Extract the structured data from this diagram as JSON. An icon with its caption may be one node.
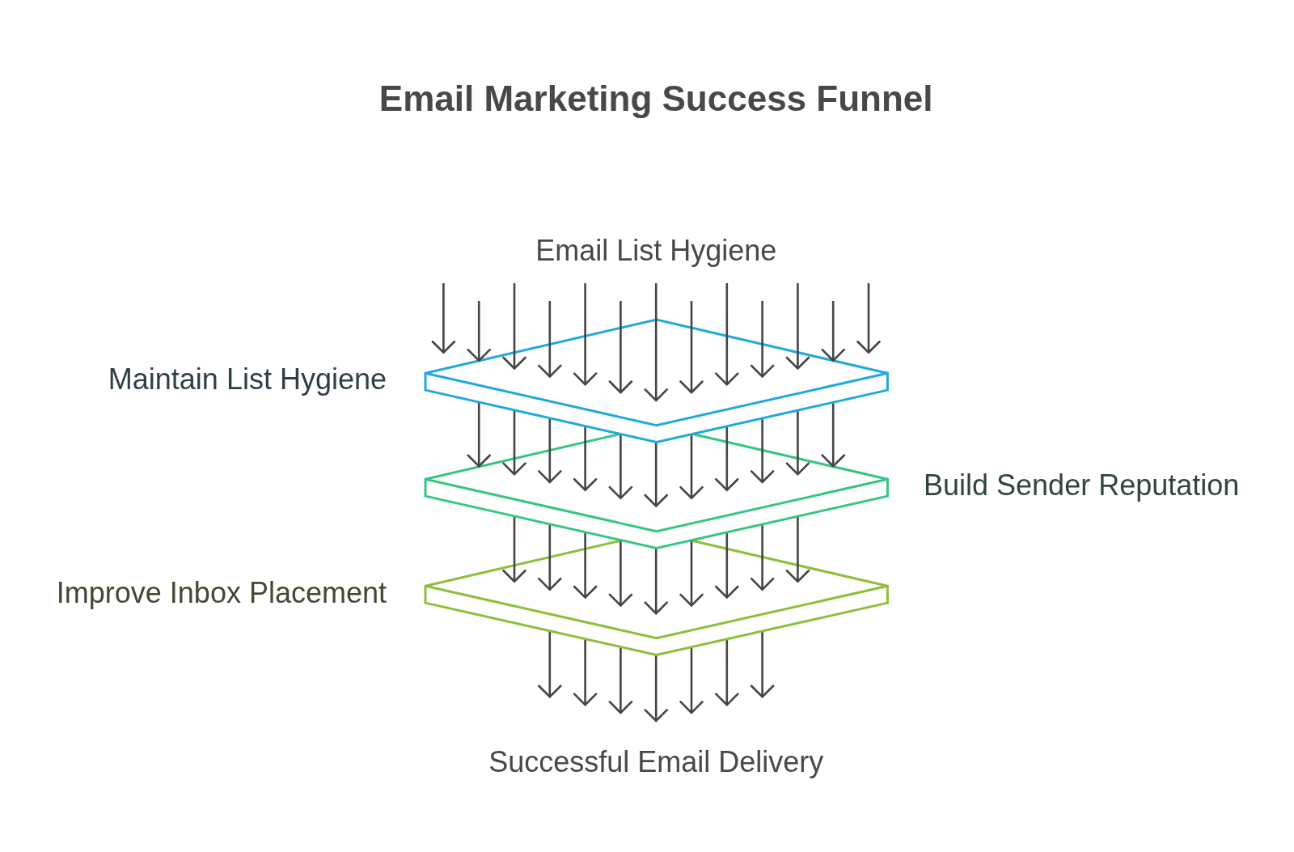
{
  "diagram": {
    "title": "Email Marketing Success Funnel",
    "nodes": [
      {
        "text": [
          "Email List Hygiene"
        ]
      },
      {
        "text": [],
        "shape": "diamond",
        "beside": [
          "Maintain List Hygiene"
        ]
      },
      {
        "text": [],
        "shape": "diamond",
        "beside": [
          "Build Sender Reputation"
        ]
      },
      {
        "text": [],
        "shape": "diamond",
        "beside": [
          "Improve Inbox Placement"
        ]
      },
      {
        "text": [
          "Successful Email Delivery"
        ]
      }
    ],
    "edges": [
      {
        "from": null,
        "to": 1,
        "arrow": "to"
      },
      {
        "from": 0,
        "to": 1,
        "arrow": "to"
      },
      {
        "from": 0,
        "to": 1,
        "arrow": "to"
      },
      {
        "from": 0,
        "to": 1,
        "arrow": "to"
      },
      {
        "from": 0,
        "to": 1,
        "arrow": "to"
      },
      {
        "from": 0,
        "to": 1,
        "arrow": "to"
      },
      {
        "from": 0,
        "to": 1,
        "arrow": "to"
      },
      {
        "from": 0,
        "to": 1,
        "arrow": "to"
      },
      {
        "from": 0,
        "to": 1,
        "arrow": "to"
      },
      {
        "from": 0,
        "to": 1,
        "arrow": "to"
      },
      {
        "from": 0,
        "to": 1,
        "arrow": "to"
      },
      {
        "from": 0,
        "to": 1,
        "arrow": "to"
      },
      {
        "from": null,
        "to": 1,
        "arrow": "to"
      },
      {
        "from": 1,
        "to": 2,
        "arrow": "to"
      },
      {
        "from": 1,
        "to": 2,
        "arrow": "to"
      },
      {
        "from": 1,
        "to": 2,
        "arrow": "to"
      },
      {
        "from": 1,
        "to": 2,
        "arrow": "to"
      },
      {
        "from": 1,
        "to": 2,
        "arrow": "to"
      },
      {
        "from": 1,
        "to": 2,
        "arrow": "to"
      },
      {
        "from": 1,
        "to": 2,
        "arrow": "to"
      },
      {
        "from": 1,
        "to": 2,
        "arrow": "to"
      },
      {
        "from": 1,
        "to": 2,
        "arrow": "to"
      },
      {
        "from": 1,
        "to": 2,
        "arrow": "to"
      },
      {
        "from": 1,
        "to": 2,
        "arrow": "to"
      },
      {
        "from": 2,
        "to": 3,
        "arrow": "to"
      },
      {
        "from": 2,
        "to": 3,
        "arrow": "to"
      },
      {
        "from": 2,
        "to": 3,
        "arrow": "to"
      },
      {
        "from": 2,
        "to": 3,
        "arrow": "to"
      },
      {
        "from": 2,
        "to": 3,
        "arrow": "to"
      },
      {
        "from": 2,
        "to": 3,
        "arrow": "to"
      },
      {
        "from": 2,
        "to": 3,
        "arrow": "to"
      },
      {
        "from": 2,
        "to": 3,
        "arrow": "to"
      },
      {
        "from": 2,
        "to": 3,
        "arrow": "to"
      },
      {
        "from": 3,
        "to": 4,
        "arrow": "to"
      },
      {
        "from": 3,
        "to": 4,
        "arrow": "to"
      },
      {
        "from": 3,
        "to": 4,
        "arrow": "to"
      },
      {
        "from": 3,
        "to": 4,
        "arrow": "to"
      },
      {
        "from": 3,
        "to": 4,
        "arrow": "to"
      },
      {
        "from": 3,
        "to": 4,
        "arrow": "to"
      },
      {
        "from": 3,
        "to": 4,
        "arrow": "to"
      }
    ]
  }
}
